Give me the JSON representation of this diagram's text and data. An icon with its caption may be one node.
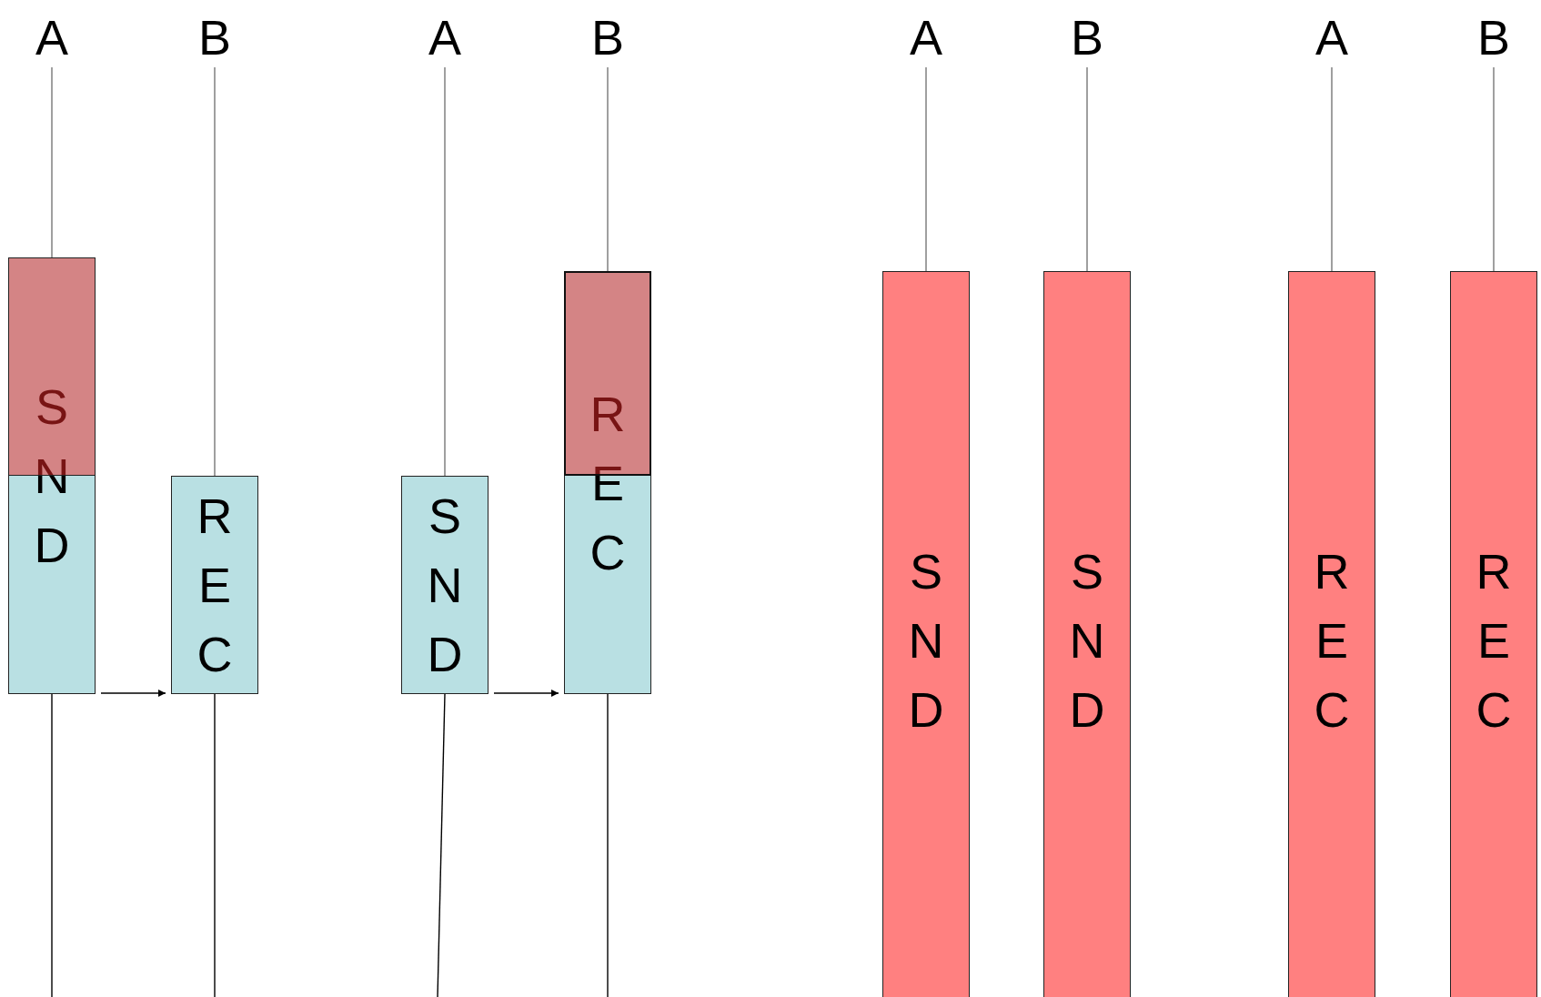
{
  "diagram": {
    "nodes": [
      {
        "text": [
          "A"
        ]
      },
      {
        "text": [
          "B"
        ]
      },
      {
        "text": [
          "A"
        ]
      },
      {
        "text": [
          "B"
        ]
      },
      {
        "text": [
          "A"
        ]
      },
      {
        "text": [
          "B"
        ]
      },
      {
        "text": [
          "A"
        ]
      },
      {
        "text": [
          "B"
        ]
      },
      {
        "text": [],
        "shape": "box",
        "in": 9
      },
      {
        "text": [
          "SND"
        ]
      },
      {
        "text": [
          "REC"
        ]
      },
      {
        "text": [
          "SND"
        ]
      },
      {
        "text": [],
        "shape": "box",
        "in": 13
      },
      {
        "text": [
          "REC"
        ]
      },
      {
        "text": [
          "SND"
        ]
      },
      {
        "text": [
          "SND"
        ]
      },
      {
        "text": [
          "REC"
        ]
      },
      {
        "text": [
          "REC"
        ]
      }
    ],
    "edges": [
      {
        "from": 0,
        "to": 9,
        "arrow": "none"
      },
      {
        "from": 1,
        "to": 10,
        "arrow": "none"
      },
      {
        "from": 2,
        "to": 11,
        "arrow": "none"
      },
      {
        "from": 3,
        "to": 13,
        "arrow": "none"
      },
      {
        "from": 4,
        "to": 14,
        "arrow": "none"
      },
      {
        "from": 5,
        "to": 15,
        "arrow": "none"
      },
      {
        "from": 6,
        "to": 16,
        "arrow": "none"
      },
      {
        "from": 7,
        "to": 17,
        "arrow": "none"
      },
      {
        "from": 9,
        "to": 10,
        "arrow": "to",
        "color": "#000000"
      },
      {
        "from": 11,
        "to": 13,
        "arrow": "to",
        "color": "#000000"
      },
      {
        "from": 9,
        "to": null,
        "arrow": "none",
        "color": "#000000"
      },
      {
        "from": 10,
        "to": null,
        "arrow": "none",
        "color": "#000000"
      },
      {
        "from": 11,
        "to": null,
        "arrow": "none",
        "color": "#000000"
      },
      {
        "from": 13,
        "to": null,
        "arrow": "none",
        "color": "#000000"
      }
    ]
  }
}
